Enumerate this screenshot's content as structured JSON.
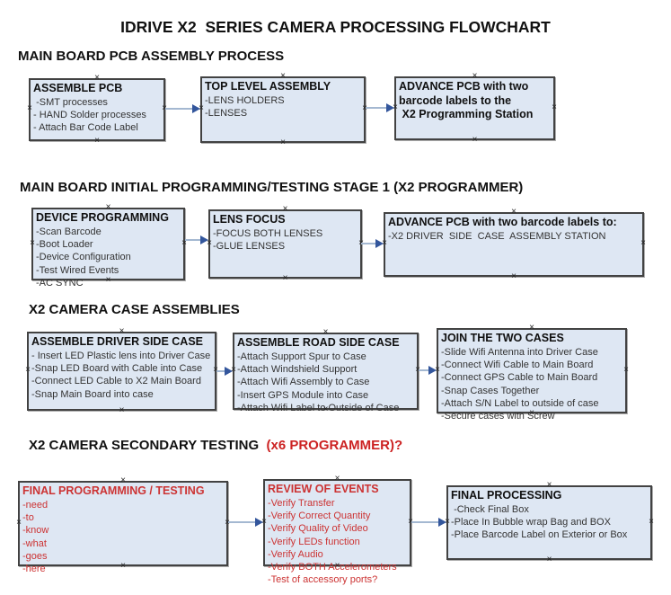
{
  "page_title": "IDRIVE X2  SERIES CAMERA PROCESSING FLOWCHART",
  "icons": {
    "connection_point": "×",
    "connector_arrow": "→"
  },
  "colors": {
    "box_fill": "#dee7f3",
    "box_border": "#424242",
    "accent_red": "#cc3333",
    "connector_line": "#a4b8d1",
    "connector_head": "#33569c"
  },
  "sections": [
    {
      "heading": "MAIN BOARD PCB ASSEMBLY PROCESS",
      "heading_red": "",
      "boxes": [
        {
          "title": "ASSEMBLE PCB",
          "items": [
            " -SMT processes",
            "- HAND Solder processes",
            "- Attach Bar Code Label"
          ]
        },
        {
          "title": "TOP LEVEL ASSEMBLY",
          "items": [
            "-LENS HOLDERS",
            "-LENSES"
          ]
        },
        {
          "title": "ADVANCE PCB with two\nbarcode labels to the\n X2 Programming Station",
          "items": []
        }
      ]
    },
    {
      "heading": "MAIN BOARD INITIAL PROGRAMMING/TESTING STAGE 1 (X2 PROGRAMMER)",
      "heading_red": "",
      "boxes": [
        {
          "title": "DEVICE PROGRAMMING",
          "items": [
            "-Scan Barcode",
            "-Boot Loader",
            "-Device Configuration",
            "-Test Wired Events",
            "-AC SYNC"
          ]
        },
        {
          "title": "LENS FOCUS",
          "items": [
            "-FOCUS BOTH LENSES",
            "-GLUE LENSES"
          ]
        },
        {
          "title": "ADVANCE PCB with two barcode labels to:",
          "items": [
            "-X2 DRIVER  SIDE  CASE  ASSEMBLY STATION"
          ]
        }
      ]
    },
    {
      "heading": "X2 CAMERA CASE ASSEMBLIES",
      "heading_red": "",
      "boxes": [
        {
          "title": "ASSEMBLE DRIVER SIDE CASE",
          "items": [
            "- Insert LED Plastic lens into Driver Case",
            "-Snap LED Board with Cable into Case",
            "-Connect LED Cable to X2 Main Board",
            "-Snap Main Board into case"
          ]
        },
        {
          "title": "ASSEMBLE ROAD SIDE CASE",
          "items": [
            "-Attach Support Spur to Case",
            "-Attach Windshield Support",
            "-Attach Wifi Assembly to Case",
            "-Insert GPS Module into Case",
            "-Attach Wifi Label to Outside of Case"
          ]
        },
        {
          "title": "JOIN THE TWO CASES",
          "items": [
            "-Slide Wifi Antenna into Driver Case",
            "-Connect Wifi Cable to Main Board",
            "-Connect GPS Cable to Main Board",
            "-Snap Cases Together",
            "-Attach S/N Label to outside of case",
            "-Secure cases with Screw"
          ]
        }
      ]
    },
    {
      "heading": "X2 CAMERA SECONDARY TESTING",
      "heading_red": "  (x6 PROGRAMMER)?",
      "boxes": [
        {
          "title": "FINAL PROGRAMMING / TESTING",
          "items": [
            "-need",
            "-to",
            "-know",
            "-what",
            "-goes",
            "-here"
          ]
        },
        {
          "title": "REVIEW OF EVENTS",
          "items": [
            "-Verify Transfer",
            "-Verify Correct Quantity",
            "-Verify Quality of Video",
            "-Verify LEDs function",
            "-Verify Audio",
            "-Verify BOTH Accelerometers",
            "-Test of accessory ports?"
          ]
        },
        {
          "title": "FINAL PROCESSING",
          "items": [
            " -Check Final Box",
            "-Place In Bubble wrap Bag and BOX",
            "-Place Barcode Label on Exterior or Box"
          ]
        }
      ]
    }
  ]
}
